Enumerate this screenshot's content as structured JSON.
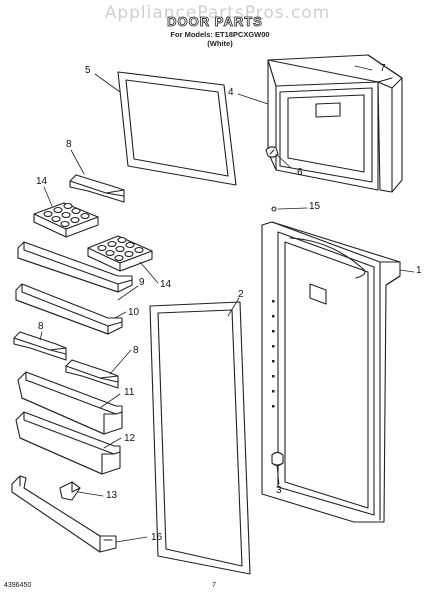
{
  "watermark": "AppliancePartsPros.com",
  "title": "DOOR PARTS",
  "models_line": "For Models: ET18PCXGW00",
  "color_line": "(White)",
  "callouts": [
    "1",
    "2",
    "3",
    "4",
    "5",
    "6",
    "7",
    "8",
    "8",
    "8",
    "9",
    "10",
    "11",
    "12",
    "13",
    "14",
    "14",
    "15",
    "16"
  ],
  "footer": {
    "part_number": "4396450",
    "page": "7"
  }
}
